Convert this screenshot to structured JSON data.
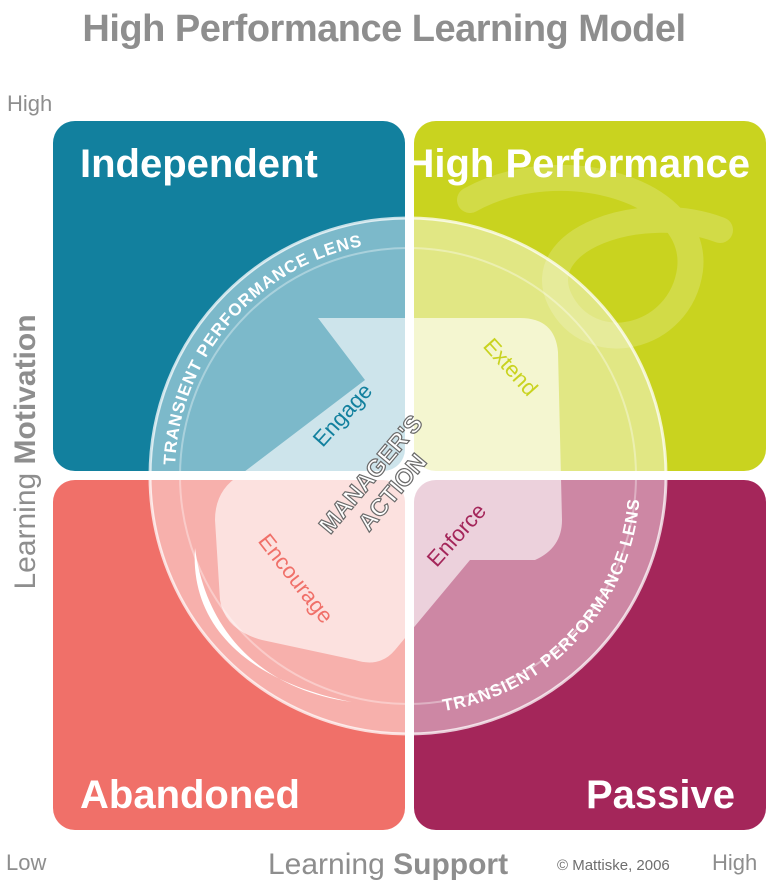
{
  "title": "High Performance Learning Model",
  "axes": {
    "y_high": "High",
    "x_high": "High",
    "low": "Low",
    "y_label_light": "Learning",
    "y_label_bold": "Motivation",
    "x_label_light": "Learning",
    "x_label_bold": "Support"
  },
  "quadrants": {
    "top_left": {
      "label": "Independent",
      "color": "#12809e"
    },
    "top_right": {
      "label": "High Performance",
      "color": "#c9d31f"
    },
    "bottom_left": {
      "label": "Abandoned",
      "color": "#f07069"
    },
    "bottom_right": {
      "label": "Passive",
      "color": "#a4265a"
    }
  },
  "lens": {
    "arc_text_top": "TRANSIENT PERFORMANCE LENS",
    "arc_text_bottom": "TRANSIENT PERFORMANCE LENS"
  },
  "actions": {
    "engage": {
      "label": "Engage",
      "color": "#12809e"
    },
    "extend": {
      "label": "Extend",
      "color": "#c9d31f"
    },
    "encourage": {
      "label": "Encourage",
      "color": "#f07069"
    },
    "enforce": {
      "label": "Enforce",
      "color": "#a4265a"
    }
  },
  "center": {
    "line1": "MANAGER'S",
    "line2": "ACTION"
  },
  "copyright": "© Mattiske, 2006"
}
